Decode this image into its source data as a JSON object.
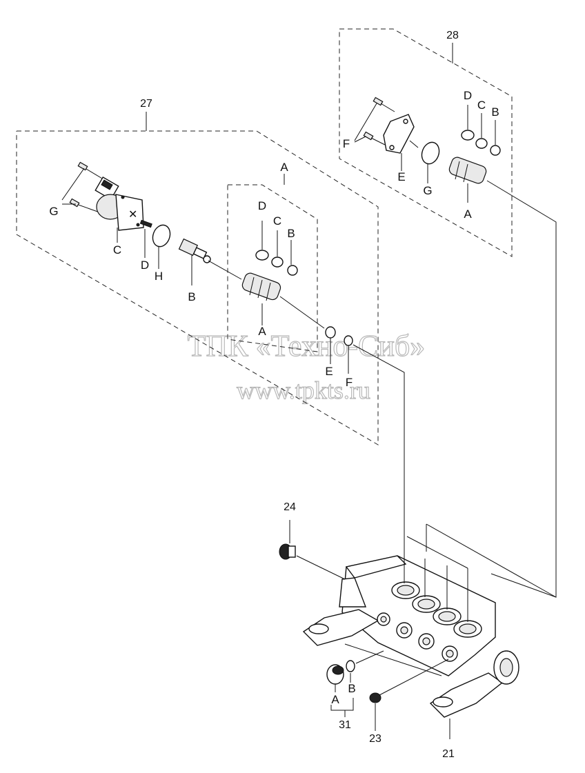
{
  "watermark": {
    "line1": "ТПК «Техно-Сиб»",
    "line2": "www.tpkts.ru"
  },
  "callouts": {
    "n27": "27",
    "n28": "28",
    "n24": "24",
    "n21": "21",
    "n23": "23",
    "n31": "31"
  },
  "group27_letters": {
    "G": "G",
    "C": "C",
    "D": "D",
    "H": "H",
    "B": "B",
    "A_top": "A",
    "A_bottom": "A",
    "inner_D": "D",
    "inner_C": "C",
    "inner_B": "B",
    "E": "E",
    "F": "F"
  },
  "group28_letters": {
    "F": "F",
    "E": "E",
    "G": "G",
    "D": "D",
    "C": "C",
    "B": "B",
    "A": "A"
  },
  "group31_letters": {
    "A": "A",
    "B": "B"
  }
}
